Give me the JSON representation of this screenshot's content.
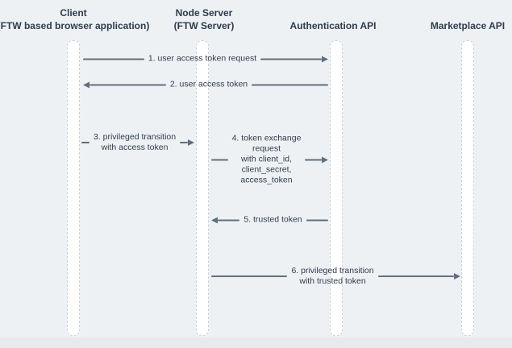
{
  "diagram_type": "sequence-diagram",
  "colors": {
    "background": "#eef1f4",
    "background_bottom_strip": "#e8ebee",
    "lifeline_fill": "#ffffff",
    "lifeline_border": "#cbd1d8",
    "arrow": "#5f6f7f",
    "text": "#2e3c4c"
  },
  "actors": [
    {
      "name": "Client",
      "subtitle": "(FTW based browser application)"
    },
    {
      "name": "Node Server",
      "subtitle": "(FTW Server)"
    },
    {
      "name": "Authentication API"
    },
    {
      "name": "Marketplace API"
    }
  ],
  "messages": [
    {
      "from": "Client",
      "to": "Authentication API",
      "direction": "right",
      "lines": [
        "1. user access token request"
      ]
    },
    {
      "from": "Authentication API",
      "to": "Client",
      "direction": "left",
      "lines": [
        "2. user access token"
      ]
    },
    {
      "from": "Client",
      "to": "Node Server",
      "direction": "right",
      "lines": [
        "3. privileged transition",
        "with access token"
      ]
    },
    {
      "from": "Node Server",
      "to": "Authentication API",
      "direction": "right",
      "lines": [
        "4. token exchange",
        "request",
        "with client_id,",
        "client_secret,",
        "access_token"
      ]
    },
    {
      "from": "Authentication API",
      "to": "Node Server",
      "direction": "left",
      "lines": [
        "5. trusted token"
      ]
    },
    {
      "from": "Node Server",
      "to": "Marketplace API",
      "direction": "right",
      "lines": [
        "6. privileged transition",
        "with trusted token"
      ]
    }
  ]
}
